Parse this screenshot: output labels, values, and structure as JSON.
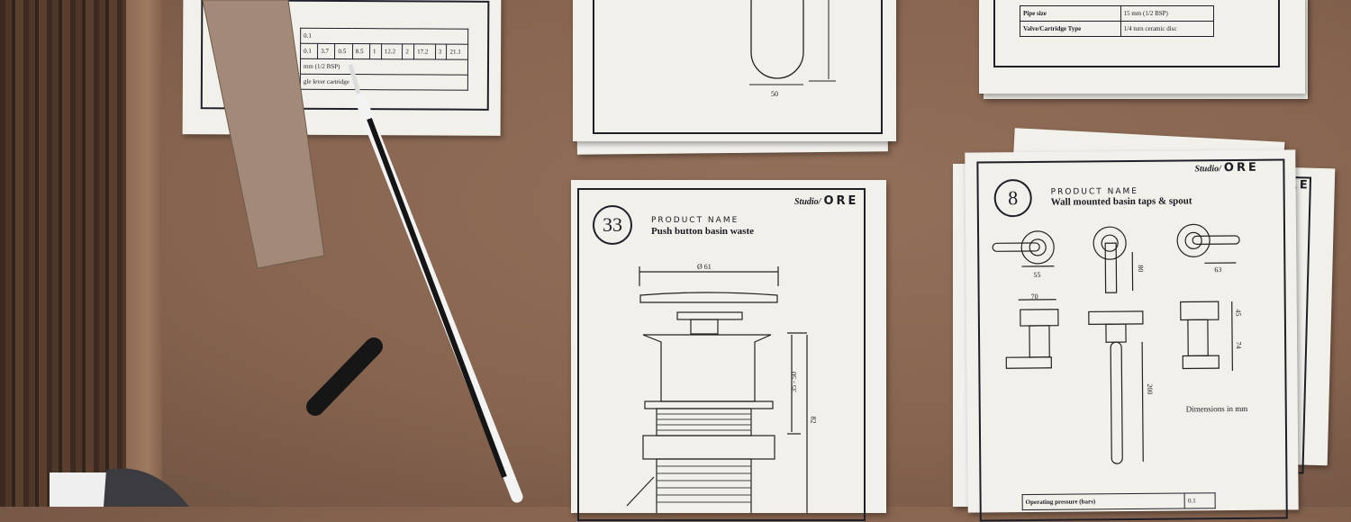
{
  "card_top_left": {
    "row1": "0.1",
    "pressure_values": [
      "0.1",
      "3.7",
      "0.5",
      "8.5",
      "1",
      "12.2",
      "2",
      "17.2",
      "3",
      "21.1"
    ],
    "pipe_size": "mm (1/2 BSP)",
    "cartridge": "gle lever cartridge"
  },
  "card_top_middle": {
    "dimension": "50"
  },
  "card_top_right": {
    "rows": [
      {
        "label": "Pipe size",
        "value": "15 mm (1/2 BSP)"
      },
      {
        "label": "Valve/Cartridge Type",
        "value": "1/4 turn ceramic disc"
      }
    ]
  },
  "card_33": {
    "number": "33",
    "product_label": "PRODUCT NAME",
    "product_name": "Push button basin waste",
    "brand_script": "Studio/",
    "brand_mark": "ORE",
    "dimensions": {
      "diameter": "Ø 61",
      "range": "35 - 50",
      "height": "82"
    }
  },
  "card_8": {
    "number": "8",
    "product_label": "PRODUCT NAME",
    "product_name": "Wall mounted basin taps & spout",
    "brand_script": "Studio/",
    "brand_mark": "ORE",
    "back_brand_fragment": "RE",
    "dimensions": {
      "d1": "55",
      "d2": "80",
      "d3": "63",
      "d4": "70",
      "d5": "45",
      "d6": "74",
      "d7": "200"
    },
    "note": "Dimensions in mm",
    "spec_row": {
      "label": "Operating pressure (bars)",
      "value": "0.1"
    }
  },
  "colors": {
    "desk": "#86644f",
    "paper": "#f1f0ea",
    "ink": "#1f1f2a"
  }
}
